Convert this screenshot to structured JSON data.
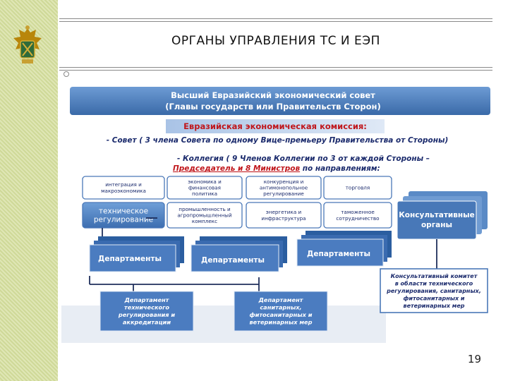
{
  "slide": {
    "title": "ОРГАНЫ УПРАВЛЕНИЯ ТС И ЕЭП",
    "page_number": "19"
  },
  "diagram": {
    "council_line1": "Высший Евразийский экономический совет",
    "council_line2": "(Главы государств или Правительств Сторон)",
    "commission_title": "Евразийская экономическая комиссия:",
    "council_note": "- Совет ( 3 члена Совета по одному Вице-премьеру Правительства от Стороны)",
    "board_line1": "- Коллегия ( 9 Членов Коллегии по 3 от каждой Стороны –",
    "board_line2a": "Председатель и 8 Министров",
    "board_line2b": " по направлениям:",
    "directions": [
      [
        "интеграция и",
        "макроэкономика"
      ],
      [
        "экономика и",
        "финансовая",
        "политика"
      ],
      [
        "конкуренция и",
        "антимонопольное",
        "регулирование"
      ],
      [
        "торговля"
      ],
      [
        "техническое",
        "регулирование"
      ],
      [
        "промышленность и",
        "агропромышленный",
        "комплекс"
      ],
      [
        "энергетика и",
        "инфраструктура"
      ],
      [
        "таможенное",
        "сотрудничество"
      ]
    ],
    "consultative_bodies": [
      "Консультативные",
      "органы"
    ],
    "departments": [
      "Департаменты",
      "Департаменты",
      "Департаменты"
    ],
    "committee": [
      "Консультативный комитет",
      "в области технического",
      "регулирования, санитарных,",
      "фитосанитарных и",
      "ветеринарных мер"
    ],
    "dept_technical": [
      "Департамент",
      "технического",
      "регулирования и",
      "аккредитации"
    ],
    "dept_sanitary": [
      "Департамент",
      "санитарных,",
      "фитосанитарных и",
      "ветеринарных мер"
    ],
    "colors": {
      "header_dark": "#3d6fae",
      "header_light": "#5f8fca",
      "banner": "#c3d6ee",
      "red": "#c0161b",
      "navy": "#1a2a6c",
      "dept_fill": "#3f72b5",
      "box_border": "#4a78b8"
    }
  }
}
